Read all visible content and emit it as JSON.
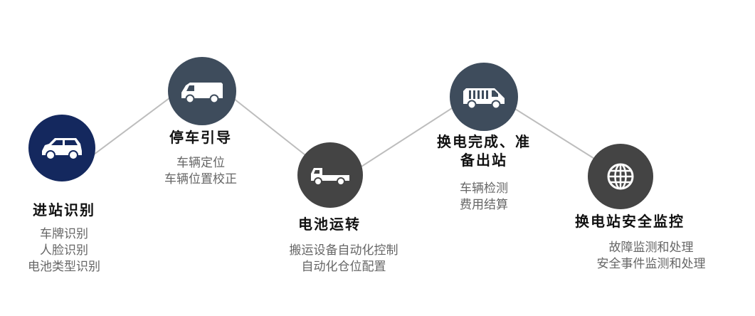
{
  "colors": {
    "navy": "#14285e",
    "slate": "#3e4c5c",
    "charcoal": "#444444",
    "line": "#bdbdbd"
  },
  "steps": [
    {
      "title": "进站识别",
      "details": [
        "车牌识别",
        "人脸识别",
        "电池类型识别"
      ],
      "icon": "suv-icon"
    },
    {
      "title": "停车引导",
      "details": [
        "车辆定位",
        "车辆位置校正"
      ],
      "icon": "van-icon"
    },
    {
      "title": "电池运转",
      "details": [
        "搬运设备自动化控制",
        "自动化仓位配置"
      ],
      "icon": "flatbed-truck-icon"
    },
    {
      "title_lines": [
        "换电完成、准",
        "备出站"
      ],
      "details": [
        "车辆检测",
        "费用结算"
      ],
      "icon": "battery-van-icon"
    },
    {
      "title": "换电站安全监控",
      "details": [
        "故障监测和处理",
        "安全事件监测和处理"
      ],
      "icon": "globe-icon"
    }
  ]
}
